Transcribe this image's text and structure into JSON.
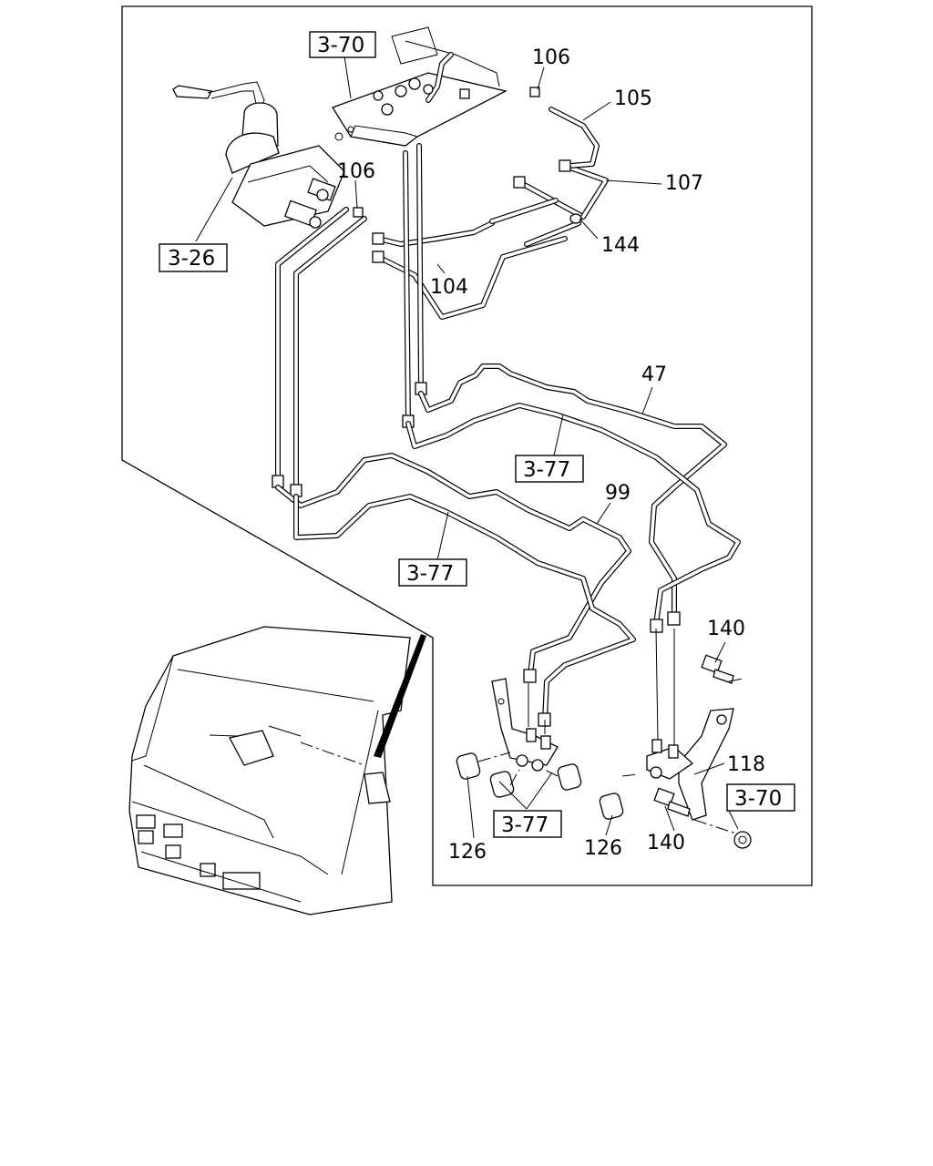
{
  "callouts": {
    "c106a": "106",
    "c105": "105",
    "c106b": "106",
    "c107": "107",
    "c144": "144",
    "c104": "104",
    "c47": "47",
    "c99": "99",
    "c140a": "140",
    "c118": "118",
    "c126a": "126",
    "c126b": "126",
    "c140b": "140"
  },
  "refs": {
    "r370a": "3-70",
    "r326": "3-26",
    "r377a": "3-77",
    "r377b": "3-77",
    "r377c": "3-77",
    "r370b": "3-70"
  }
}
